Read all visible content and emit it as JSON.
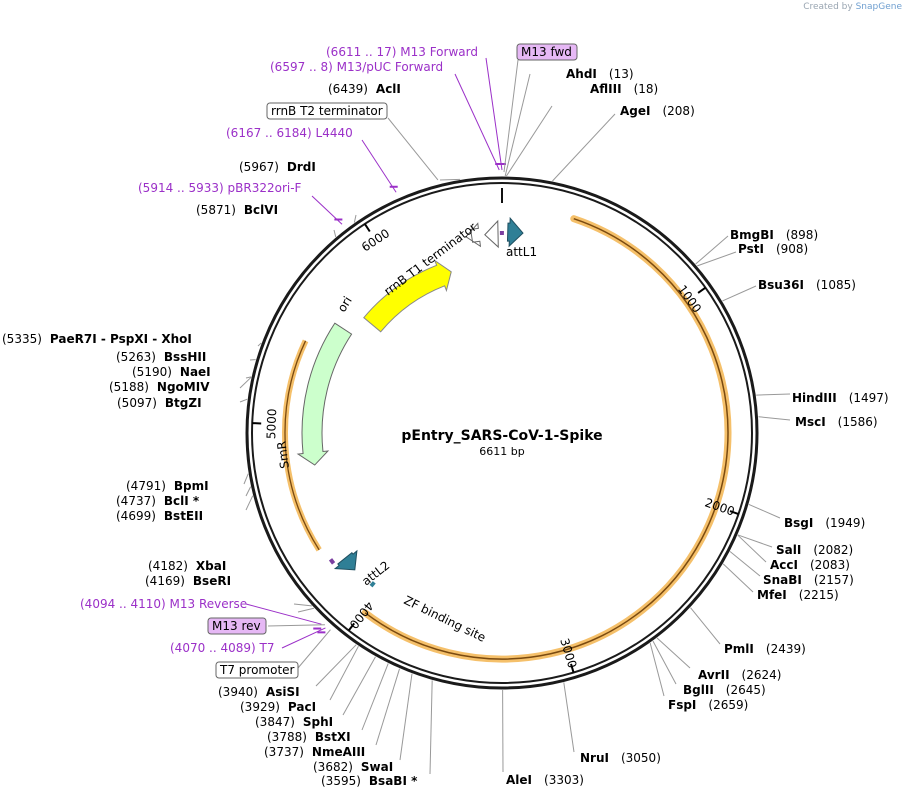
{
  "credit": {
    "prefix": "Created by",
    "brand": "SnapGene"
  },
  "plasmid": {
    "name": "pEntry_SARS-CoV-1-Spike",
    "size_label": "6611 bp",
    "length": 6611
  },
  "ticks": [
    {
      "pos": 1000,
      "label": "1000"
    },
    {
      "pos": 2000,
      "label": "2000"
    },
    {
      "pos": 3000,
      "label": "3000"
    },
    {
      "pos": 4000,
      "label": "4000"
    },
    {
      "pos": 5000,
      "label": "5000"
    },
    {
      "pos": 6000,
      "label": "6000"
    }
  ],
  "enzymes": [
    {
      "name": "AhdI",
      "pos": "(13)",
      "bp": 13
    },
    {
      "name": "AflIII",
      "pos": "(18)",
      "bp": 18
    },
    {
      "name": "AgeI",
      "pos": "(208)",
      "bp": 208
    },
    {
      "name": "BmgBI",
      "pos": "(898)",
      "bp": 898
    },
    {
      "name": "PstI",
      "pos": "(908)",
      "bp": 908
    },
    {
      "name": "Bsu36I",
      "pos": "(1085)",
      "bp": 1085
    },
    {
      "name": "HindIII",
      "pos": "(1497)",
      "bp": 1497
    },
    {
      "name": "MscI",
      "pos": "(1586)",
      "bp": 1586
    },
    {
      "name": "BsgI",
      "pos": "(1949)",
      "bp": 1949
    },
    {
      "name": "SalI",
      "pos": "(2082)",
      "bp": 2082
    },
    {
      "name": "AccI",
      "pos": "(2083)",
      "bp": 2083
    },
    {
      "name": "SnaBI",
      "pos": "(2157)",
      "bp": 2157
    },
    {
      "name": "MfeI",
      "pos": "(2215)",
      "bp": 2215
    },
    {
      "name": "PmlI",
      "pos": "(2439)",
      "bp": 2439
    },
    {
      "name": "AvrII",
      "pos": "(2624)",
      "bp": 2624
    },
    {
      "name": "BglII",
      "pos": "(2645)",
      "bp": 2645
    },
    {
      "name": "FspI",
      "pos": "(2659)",
      "bp": 2659
    },
    {
      "name": "NruI",
      "pos": "(3050)",
      "bp": 3050
    },
    {
      "name": "AleI",
      "pos": "(3303)",
      "bp": 3303
    },
    {
      "name": "BsaBI *",
      "pos": "(3595)",
      "bp": 3595
    },
    {
      "name": "SwaI",
      "pos": "(3682)",
      "bp": 3682
    },
    {
      "name": "NmeAIII",
      "pos": "(3737)",
      "bp": 3737
    },
    {
      "name": "BstXI",
      "pos": "(3788)",
      "bp": 3788
    },
    {
      "name": "SphI",
      "pos": "(3847)",
      "bp": 3847
    },
    {
      "name": "PacI",
      "pos": "(3929)",
      "bp": 3929
    },
    {
      "name": "AsiSI",
      "pos": "(3940)",
      "bp": 3940
    },
    {
      "name": "BseRI",
      "pos": "(4169)",
      "bp": 4169
    },
    {
      "name": "XbaI",
      "pos": "(4182)",
      "bp": 4182
    },
    {
      "name": "BstEII",
      "pos": "(4699)",
      "bp": 4699
    },
    {
      "name": "BclI *",
      "pos": "(4737)",
      "bp": 4737
    },
    {
      "name": "BpmI",
      "pos": "(4791)",
      "bp": 4791
    },
    {
      "name": "BtgZI",
      "pos": "(5097)",
      "bp": 5097
    },
    {
      "name": "NgoMIV",
      "pos": "(5188)",
      "bp": 5188
    },
    {
      "name": "NaeI",
      "pos": "(5190)",
      "bp": 5190
    },
    {
      "name": "BssHII",
      "pos": "(5263)",
      "bp": 5263
    },
    {
      "name": "PaeR7I - PspXI - XhoI",
      "pos": "(5335)",
      "bp": 5335
    },
    {
      "name": "BclVI",
      "pos": "(5871)",
      "bp": 5871
    },
    {
      "name": "DrdI",
      "pos": "(5967)",
      "bp": 5967
    },
    {
      "name": "AclI",
      "pos": "(6439)",
      "bp": 6439
    }
  ],
  "primers": [
    {
      "name": "M13 Forward",
      "range": "(6611 .. 17)",
      "bp": 6611
    },
    {
      "name": "M13/pUC Forward",
      "range": "(6597 .. 8)",
      "bp": 6600
    },
    {
      "name": "L4440",
      "range": "(6167 .. 6184)",
      "bp": 6175
    },
    {
      "name": "pBR322ori-F",
      "range": "(5914 .. 5933)",
      "bp": 5923
    },
    {
      "name": "M13 Reverse",
      "range": "(4094 .. 4110)",
      "bp": 4102
    },
    {
      "name": "T7",
      "range": "(4070 .. 4089)",
      "bp": 4080
    }
  ],
  "boxed_labels": [
    {
      "name": "M13 fwd",
      "style": "purple",
      "bp": 8
    },
    {
      "name": "rrnB T2 terminator",
      "style": "white",
      "bp": 6350
    },
    {
      "name": "M13 rev",
      "style": "purple",
      "bp": 4090
    },
    {
      "name": "T7 promoter",
      "style": "white",
      "bp": 4060
    }
  ],
  "features": [
    {
      "name": "attL1",
      "color": "#2f7f96"
    },
    {
      "name": "rrnB T1 terminator",
      "color": "#ffffff"
    },
    {
      "name": "ori",
      "color": "#ffff00"
    },
    {
      "name": "SmR",
      "color": "#ccffcc"
    },
    {
      "name": "attL2",
      "color": "#2f7f96"
    },
    {
      "name": "ZF binding site",
      "color": "#2f7f96"
    }
  ],
  "colors": {
    "primer": "#9b30c8",
    "insert_band": "#f5c06a",
    "backbone": "#1a1a1a"
  }
}
